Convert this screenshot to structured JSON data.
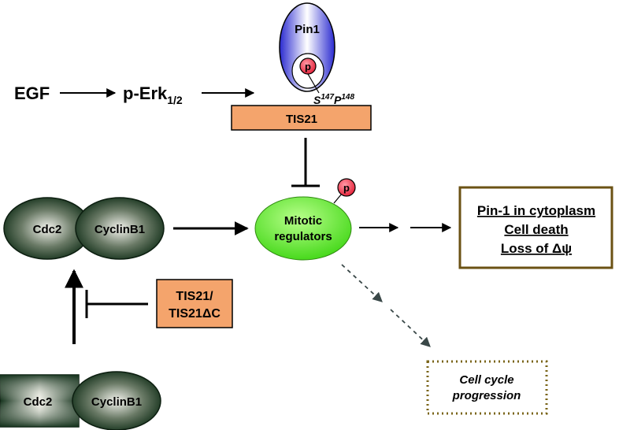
{
  "nodes": {
    "egf": "EGF",
    "perk_main": "p-Erk",
    "perk_sub": "1/2",
    "pin1": "Pin1",
    "phospho_mark": "p",
    "s147_letter": "S",
    "s147_num": "147",
    "p148_letter": "P",
    "p148_num": "148",
    "tis21": "TIS21",
    "mitotic_line1": "Mitotic",
    "mitotic_line2": "regulators",
    "cdc2": "Cdc2",
    "cyclinb1": "CyclinB1",
    "tis21_variant_line1": "TIS21/",
    "tis21_variant_line2": "TIS21ΔC",
    "outcome_line1": "Pin-1 in cytoplasm",
    "outcome_line2": "Cell death",
    "outcome_line3": "Loss of  Δψ",
    "progression_line1": "Cell cycle",
    "progression_line2": "progression"
  },
  "colors": {
    "pin1_blue": "#3a3ad6",
    "phospho_red": "#e8283c",
    "tis21_orange": "#f4a46c",
    "mitotic_green": "#5ee22a",
    "complex_dark": "#1e3a1e",
    "outcome_border": "#6b5214",
    "progression_border": "#7a6418"
  }
}
